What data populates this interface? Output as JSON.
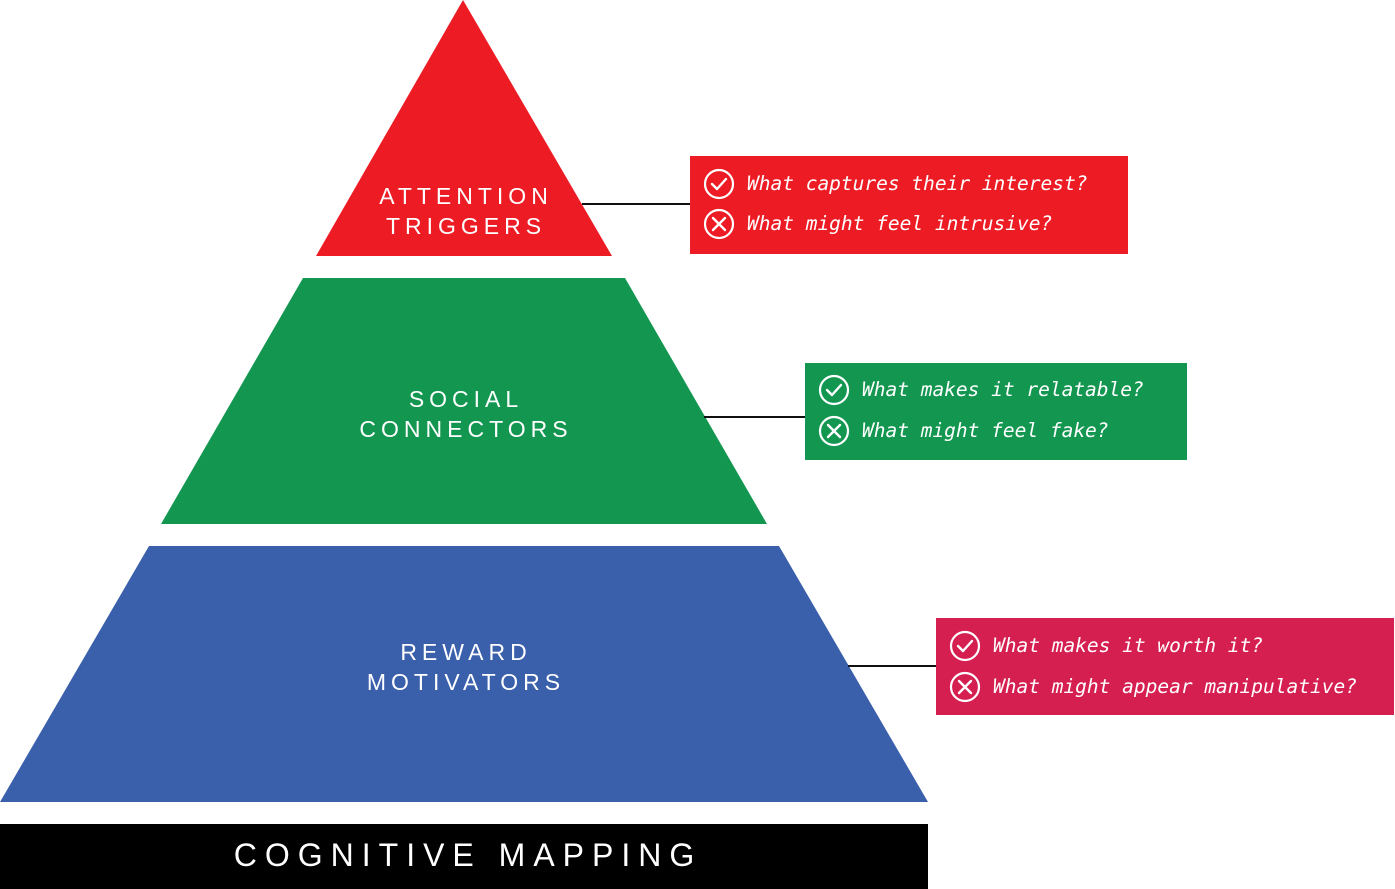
{
  "colors": {
    "attention": "#ed1c24",
    "social": "#139750",
    "reward": "#3a5fab",
    "reward_callout": "#d61f51",
    "footer": "#000000",
    "text": "#ffffff",
    "connector": "#111111"
  },
  "tiers": [
    {
      "id": "attention",
      "label_lines": [
        "ATTENTION",
        "TRIGGERS"
      ],
      "callout": {
        "positive_icon": "check-circle-icon",
        "positive": "What captures their interest?",
        "negative_icon": "x-circle-icon",
        "negative": "What might feel intrusive?"
      }
    },
    {
      "id": "social",
      "label_lines": [
        "SOCIAL",
        "CONNECTORS"
      ],
      "callout": {
        "positive_icon": "check-circle-icon",
        "positive": "What makes it relatable?",
        "negative_icon": "x-circle-icon",
        "negative": "What might feel fake?"
      }
    },
    {
      "id": "reward",
      "label_lines": [
        "REWARD",
        "MOTIVATORS"
      ],
      "callout": {
        "positive_icon": "check-circle-icon",
        "positive": "What makes it worth it?",
        "negative_icon": "x-circle-icon",
        "negative": "What might appear manipulative?"
      }
    }
  ],
  "footer": {
    "title": "COGNITIVE MAPPING"
  }
}
